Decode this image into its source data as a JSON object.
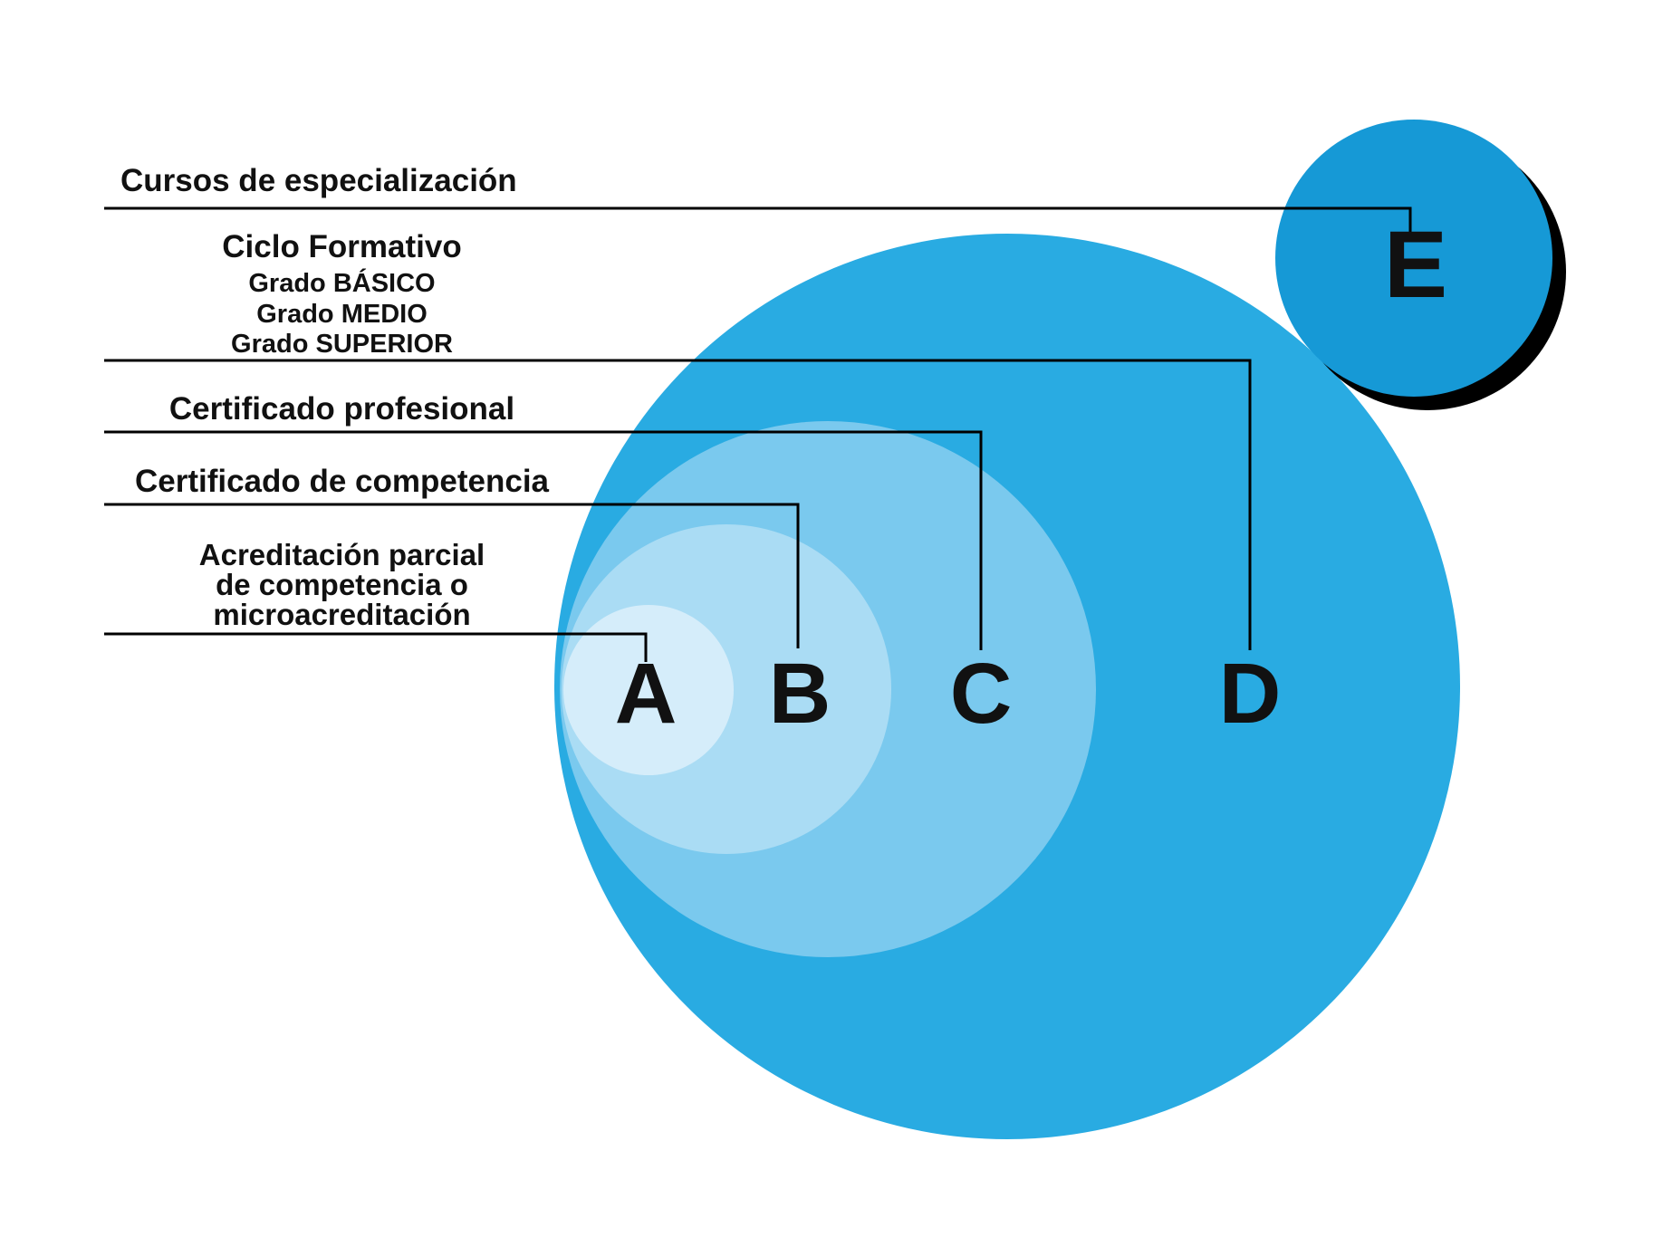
{
  "diagram": {
    "type": "nested-circles",
    "labels": [
      {
        "letter": "E",
        "lines": [
          "Cursos de especialización"
        ]
      },
      {
        "letter": "D",
        "lines": [
          "Ciclo Formativo",
          "Grado BÁSICO",
          "Grado MEDIO",
          "Grado SUPERIOR"
        ]
      },
      {
        "letter": "C",
        "lines": [
          "Certificado profesional"
        ]
      },
      {
        "letter": "B",
        "lines": [
          "Certificado de competencia"
        ]
      },
      {
        "letter": "A",
        "lines": [
          "Acreditación parcial",
          "de competencia o",
          "microacreditación"
        ]
      }
    ],
    "circles": [
      {
        "letter": "A",
        "color": "#d5edfa"
      },
      {
        "letter": "B",
        "color": "#aadcf4"
      },
      {
        "letter": "C",
        "color": "#7ac9ee"
      },
      {
        "letter": "D",
        "color": "#29abe2"
      },
      {
        "letter": "E",
        "color": "#1699d6"
      }
    ]
  },
  "colors": {
    "background": "#ffffff",
    "line": "#000000",
    "text": "#111111",
    "shadow": "#000000"
  }
}
